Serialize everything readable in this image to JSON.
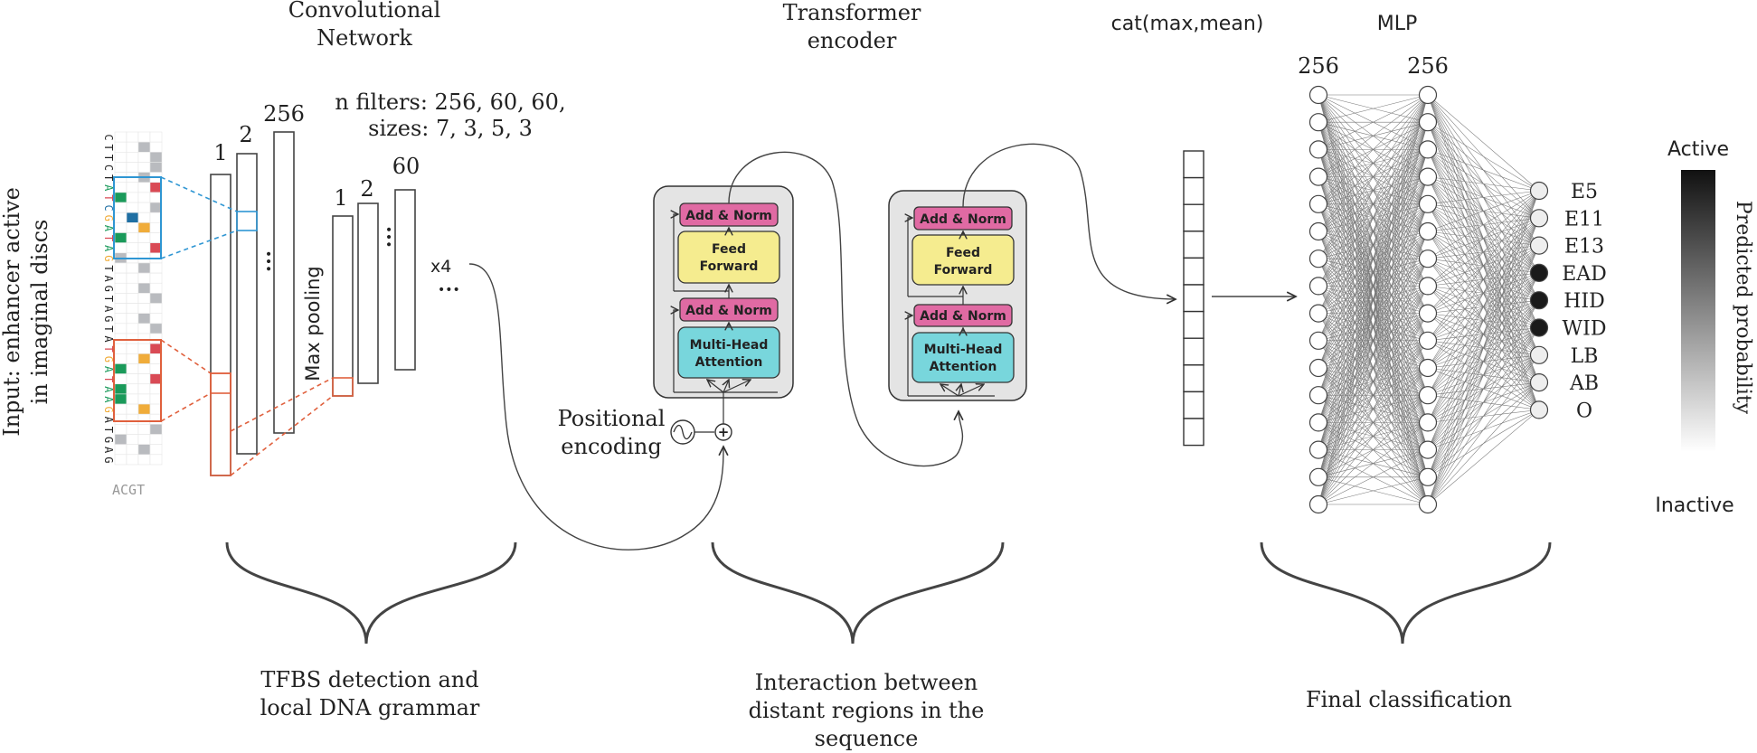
{
  "input": {
    "title_line1": "Input: enhancer active",
    "title_line2": "in imaginal discs",
    "sequence": "CTTCTATCGATAGTAGTAGTATGATAAGATGAG",
    "alphabet": "ACGT"
  },
  "cnn": {
    "title_line1": "Convolutional",
    "title_line2": "Network",
    "layer_labels": [
      "1",
      "2",
      "256"
    ],
    "pool_label": "Max pooling",
    "pooled_labels": [
      "1",
      "2",
      "60"
    ],
    "filters_line1": "n filters: 256, 60, 60,",
    "filters_line2": "sizes: 7, 3, 5, 3",
    "repeat": "x4",
    "ellipsis": "•••"
  },
  "transformer": {
    "title_line1": "Transformer",
    "title_line2": "encoder",
    "add_norm": "Add & Norm",
    "feed_forward_line1": "Feed",
    "feed_forward_line2": "Forward",
    "attention_line1": "Multi-Head",
    "attention_line2": "Attention",
    "positional_line1": "Positional",
    "positional_line2": "encoding",
    "plus": "+"
  },
  "pooling": {
    "label": "cat(max,mean)"
  },
  "mlp": {
    "title": "MLP",
    "layer1": "256",
    "layer2": "256",
    "outputs": [
      "E5",
      "E11",
      "E13",
      "EAD",
      "HID",
      "WID",
      "LB",
      "AB",
      "O"
    ]
  },
  "colorbar": {
    "top": "Active",
    "bottom": "Inactive",
    "axis": "Predicted probability"
  },
  "braces": {
    "cnn_line1": "TFBS detection and",
    "cnn_line2": "local DNA grammar",
    "tr_line1": "Interaction between",
    "tr_line2": "distant regions in the",
    "tr_line3": "sequence",
    "mlp_line1": "Final classification"
  },
  "colors": {
    "add_norm": "#e06aa3",
    "feed_forward": "#f5ec8f",
    "attention": "#78d6dc",
    "block_bg": "#e4e4e4",
    "blue_window": "#2f96d3",
    "red_window": "#e0603d",
    "nuc_A": "#1a9a5a",
    "nuc_C": "#1f6fa3",
    "nuc_G": "#f0ac3a",
    "nuc_T": "#d94a55",
    "active_node": "#1a1a1a",
    "inactive_node": "#eeeeee"
  },
  "onehot_grid": [
    [
      "",
      "",
      "",
      ""
    ],
    [
      "",
      "",
      "g",
      ""
    ],
    [
      "",
      "",
      "",
      "g"
    ],
    [
      "",
      "",
      "",
      "g"
    ],
    [
      "",
      "",
      "g",
      ""
    ],
    [
      "",
      "",
      "",
      "T"
    ],
    [
      "A",
      "",
      "",
      ""
    ],
    [
      "",
      "",
      "",
      "g"
    ],
    [
      "",
      "C",
      "",
      ""
    ],
    [
      "",
      "",
      "G",
      ""
    ],
    [
      "A",
      "",
      "",
      ""
    ],
    [
      "",
      "",
      "",
      "T"
    ],
    [
      "g",
      "",
      "",
      ""
    ],
    [
      "",
      "",
      "g",
      ""
    ],
    [
      "",
      "",
      "",
      ""
    ],
    [
      "",
      "",
      "g",
      ""
    ],
    [
      "",
      "",
      "",
      "g"
    ],
    [
      "",
      "",
      "",
      ""
    ],
    [
      "",
      "",
      "g",
      ""
    ],
    [
      "",
      "",
      "",
      "g"
    ],
    [
      "",
      "",
      "",
      ""
    ],
    [
      "",
      "",
      "",
      "T"
    ],
    [
      "",
      "",
      "G",
      ""
    ],
    [
      "A",
      "",
      "",
      ""
    ],
    [
      "",
      "",
      "",
      "T"
    ],
    [
      "A",
      "",
      "",
      ""
    ],
    [
      "A",
      "",
      "",
      ""
    ],
    [
      "",
      "",
      "G",
      ""
    ],
    [
      "",
      "",
      "",
      ""
    ],
    [
      "",
      "",
      "",
      "g"
    ],
    [
      "g",
      "",
      "",
      ""
    ],
    [
      "",
      "",
      "g",
      ""
    ],
    [
      "",
      "",
      "",
      ""
    ]
  ]
}
